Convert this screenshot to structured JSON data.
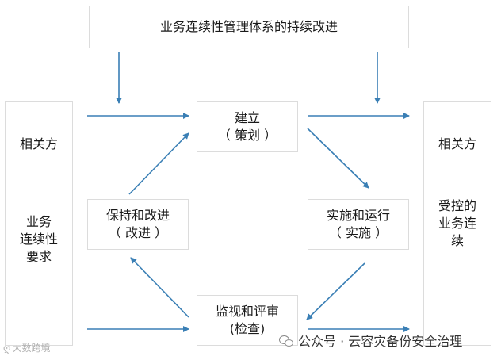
{
  "top_box": {
    "label": "业务连续性管理体系的持续改进"
  },
  "left_box": {
    "line1": "相关方",
    "line2": [
      "业务",
      "连续性",
      "要求"
    ]
  },
  "right_box": {
    "line1": "相关方",
    "line2": [
      "受控的",
      "业务连",
      "续"
    ]
  },
  "plan": {
    "line1": "建立",
    "line2": "（ 策划 ）"
  },
  "do": {
    "line1": "实施和运行",
    "line2": "（ 实施 ）"
  },
  "check": {
    "line1": "监视和评审",
    "line2": "(检查)"
  },
  "act": {
    "line1": "保持和改进",
    "line2": "（ 改进 ）"
  },
  "watermark": {
    "text": "公众号 · 云容灾备份安全治理"
  },
  "corner_logo": {
    "text": "大数跨境"
  },
  "colors": {
    "arrow": "#3a7fb5",
    "border": "#dcdcdc"
  }
}
